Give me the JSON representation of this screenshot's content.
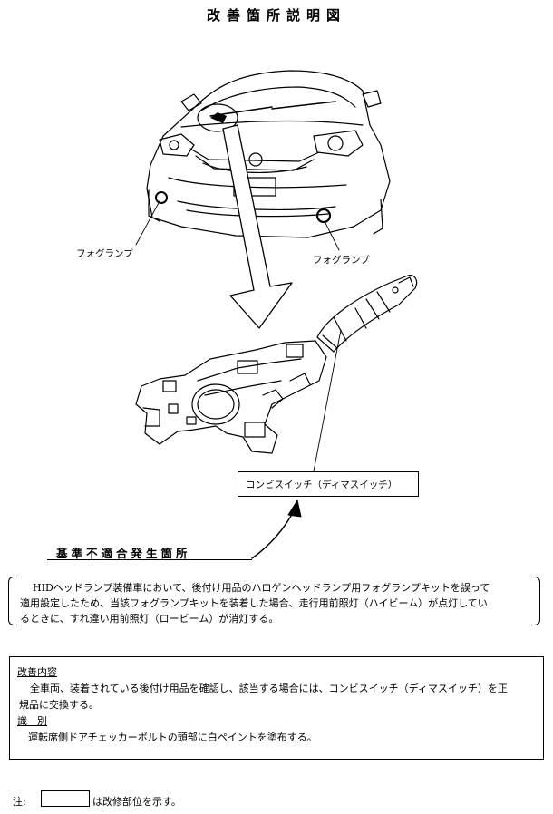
{
  "title": "改善箇所説明図",
  "labels": {
    "fog_lamp_left": "フォグランプ",
    "fog_lamp_right": "フォグランプ",
    "combi_switch": "コンビスイッチ（ディマスイッチ）",
    "nonconformity": "基準不適合発生箇所"
  },
  "description": {
    "line1": "HIDヘッドランプ装備車において、後付け用品のハロゲンヘッドランプ用フォグランプキットを誤って",
    "line2": "適用設定したため、当該フォグランプキットを装着した場合、走行用前照灯（ハイビーム）が点灯してい",
    "line3": "るときに、すれ違い用前照灯（ロービーム）が消灯する。"
  },
  "improvement": {
    "heading": "改善内容",
    "line1": "全車両、装着されている後付け用品を確認し、該当する場合には、コンビスイッチ（ディマスイッチ）を正",
    "line2": "規品に交換する。",
    "id_heading": "識　別",
    "id_text": "運転席側ドアチェッカーボルトの頭部に白ペイントを塗布する。"
  },
  "note": {
    "prefix": "注:",
    "text": "は改修部位を示す。"
  }
}
